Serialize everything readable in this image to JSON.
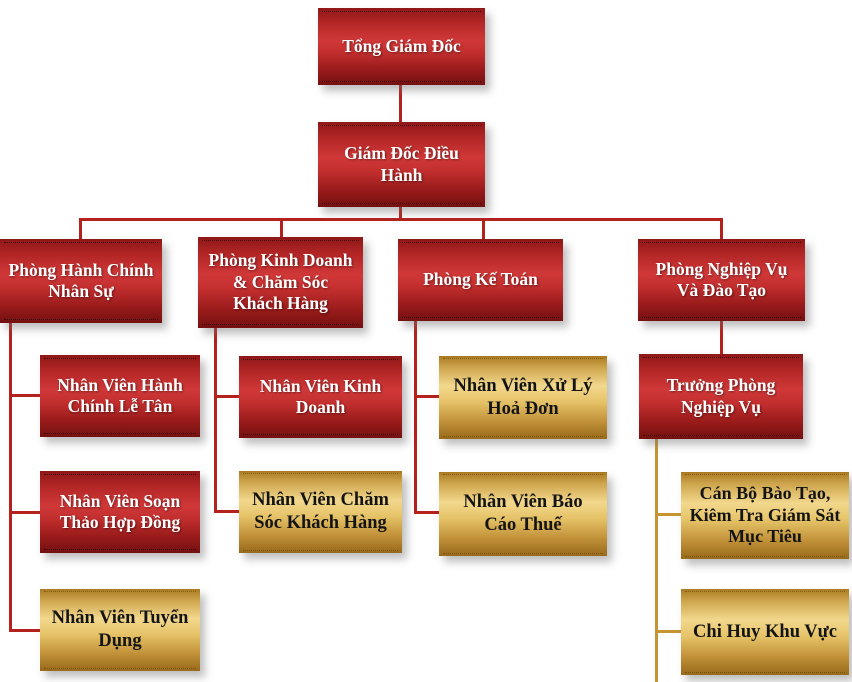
{
  "diagram": {
    "type": "org-chart",
    "background": "#ffffff",
    "palette": {
      "red_box_top": "#8e1717",
      "red_box_mid": "#d03838",
      "red_box_bottom": "#741010",
      "red_box_text": "#ffffff",
      "gold_box_top": "#a9791f",
      "gold_box_mid": "#f2d88d",
      "gold_box_bottom": "#97691a",
      "gold_box_text": "#141414",
      "connector_red": "#b5211d",
      "connector_gold": "#c69531",
      "background": "#ffffff"
    },
    "nodes": {
      "tong_giam_doc": {
        "label": "Tổng Giám Đốc",
        "variant": "red",
        "reports_to": null
      },
      "giam_doc_dieu_hanh": {
        "label": "Giám Đốc Điều Hành",
        "variant": "red",
        "reports_to": "tong_giam_doc"
      },
      "phong_hanh_chinh_nhan_su": {
        "label": "Phòng Hành Chính Nhân Sự",
        "variant": "red",
        "reports_to": "giam_doc_dieu_hanh"
      },
      "phong_kinh_doanh_cskh": {
        "label": "Phòng Kinh Doanh & Chăm Sóc Khách Hàng",
        "variant": "red",
        "reports_to": "giam_doc_dieu_hanh"
      },
      "phong_ke_toan": {
        "label": "Phòng Kế Toán",
        "variant": "red",
        "reports_to": "giam_doc_dieu_hanh"
      },
      "phong_nghiep_vu_dao_tao": {
        "label": "Phòng Nghiệp Vụ Và Đào Tạo",
        "variant": "red",
        "reports_to": "giam_doc_dieu_hanh"
      },
      "nv_hanh_chinh_le_tan": {
        "label": "Nhân Viên Hành Chính Lễ Tân",
        "variant": "red",
        "reports_to": "phong_hanh_chinh_nhan_su"
      },
      "nv_soan_thao_hop_dong": {
        "label": "Nhân Viên Soạn Thảo Hợp Đồng",
        "variant": "red",
        "reports_to": "phong_hanh_chinh_nhan_su"
      },
      "nv_tuyen_dung": {
        "label": "Nhân Viên Tuyển Dụng",
        "variant": "gold",
        "reports_to": "phong_hanh_chinh_nhan_su"
      },
      "nv_kinh_doanh": {
        "label": "Nhân Viên Kinh Doanh",
        "variant": "red",
        "reports_to": "phong_kinh_doanh_cskh"
      },
      "nv_cham_soc_khach_hang": {
        "label": "Nhân Viên Chăm Sóc Khách Hàng",
        "variant": "gold",
        "reports_to": "phong_kinh_doanh_cskh"
      },
      "nv_xu_ly_hoa_don": {
        "label": "Nhân Viên Xử Lý Hoả Đơn",
        "variant": "gold",
        "reports_to": "phong_ke_toan"
      },
      "nv_bao_cao_thue": {
        "label": "Nhân Viên Báo Cáo Thuế",
        "variant": "gold",
        "reports_to": "phong_ke_toan"
      },
      "truong_phong_nghiep_vu": {
        "label": "Trưởng Phòng Nghiệp Vụ",
        "variant": "red",
        "reports_to": "phong_nghiep_vu_dao_tao"
      },
      "can_bo_dao_tao_kiem_tra": {
        "label": "Cán Bộ Bào Tạo, Kiêm Tra Giám Sát Mục Tiêu",
        "variant": "gold",
        "reports_to": "truong_phong_nghiep_vu"
      },
      "chi_huy_khu_vuc": {
        "label": "Chi Huy Khu Vực",
        "variant": "gold",
        "reports_to": "truong_phong_nghiep_vu"
      }
    }
  }
}
